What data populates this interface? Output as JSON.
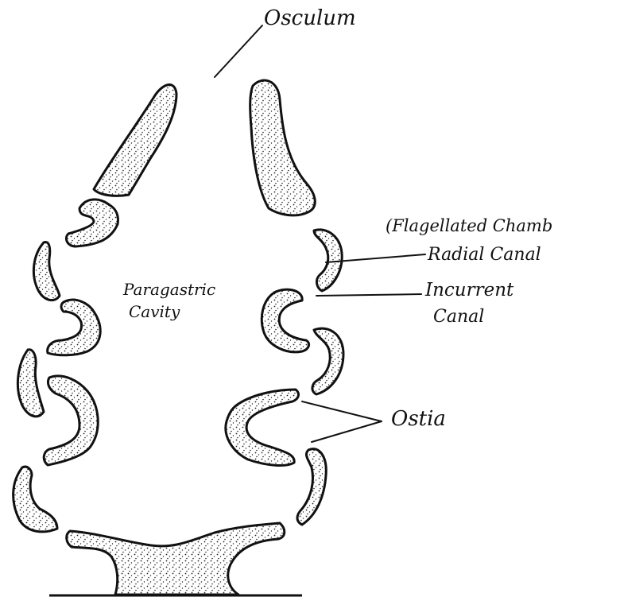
{
  "labels": {
    "osculum": "Osculum",
    "paragastric_1": "Paragastric",
    "paragastric_2": "Cavity",
    "flagellated": "(Flagellated Chamb",
    "radial": "Radial Canal",
    "incurrent_1": "Incurrent",
    "incurrent_2": "Canal",
    "ostia": "Ostia"
  },
  "colors": {
    "ink": "#111111",
    "fill": "#ffffff"
  }
}
